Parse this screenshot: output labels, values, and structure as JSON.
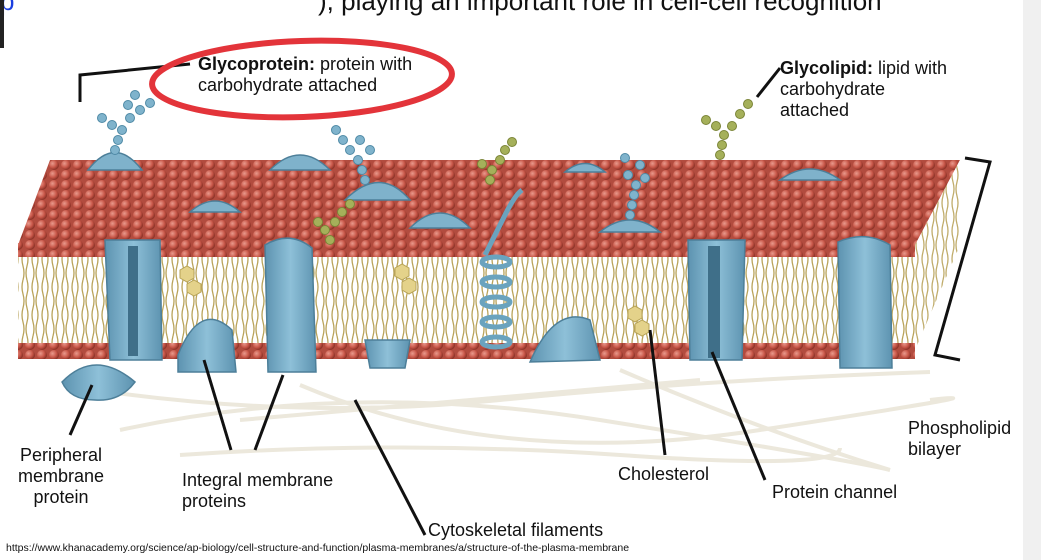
{
  "header_text": {
    "blue_fragment": "p",
    "black_fragment": "), playing an important role in cell-cell recognition"
  },
  "labels": {
    "glycoprotein_term": "Glycoprotein:",
    "glycoprotein_desc_1": "protein with",
    "glycoprotein_desc_2": "carbohydrate attached",
    "glycolipid_term": "Glycolipid:",
    "glycolipid_desc_1": "lipid with",
    "glycolipid_desc_2": "carbohydrate",
    "glycolipid_desc_3": "attached",
    "peripheral_1": "Peripheral",
    "peripheral_2": "membrane",
    "peripheral_3": "protein",
    "integral_1": "Integral membrane",
    "integral_2": "proteins",
    "cytoskeletal": "Cytoskeletal filaments",
    "cholesterol": "Cholesterol",
    "protein_channel": "Protein channel",
    "phospholipid_1": "Phospholipid",
    "phospholipid_2": "bilayer"
  },
  "source_caption": "https://www.khanacademy.org/science/ap-biology/cell-structure-and-function/plasma-membranes/a/structure-of-the-plasma-membrane",
  "colors": {
    "head": "#c9584a",
    "protein": "#7fb2cb",
    "carb_blue": "#7fb3cc",
    "carb_green": "#a5b05a",
    "cholesterol": "#e4d28a",
    "highlight": "#e3343a"
  }
}
